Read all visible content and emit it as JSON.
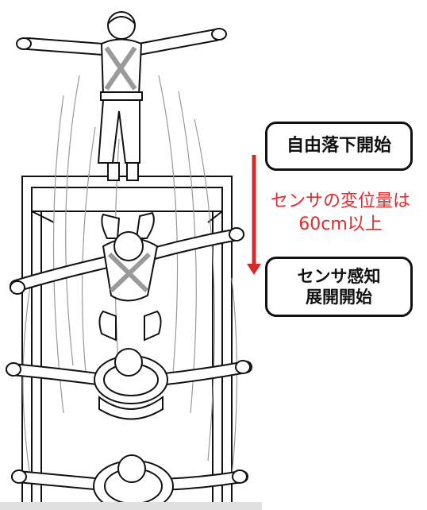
{
  "labels": {
    "fall_start": "自由落下開始",
    "sensor_displacement_line1": "センサの変位量は",
    "sensor_displacement_line2": "60cm以上",
    "deploy_line1": "センサ感知",
    "deploy_line2": "展開開始"
  },
  "colors": {
    "arrow": "#d42a2a",
    "sensor_text": "#e8282b",
    "outline": "#111111",
    "vest": "#9a9a9a"
  },
  "icons": {
    "worker": "falling-worker-figure",
    "mat": "landing-mat",
    "arrow": "down-arrow"
  }
}
